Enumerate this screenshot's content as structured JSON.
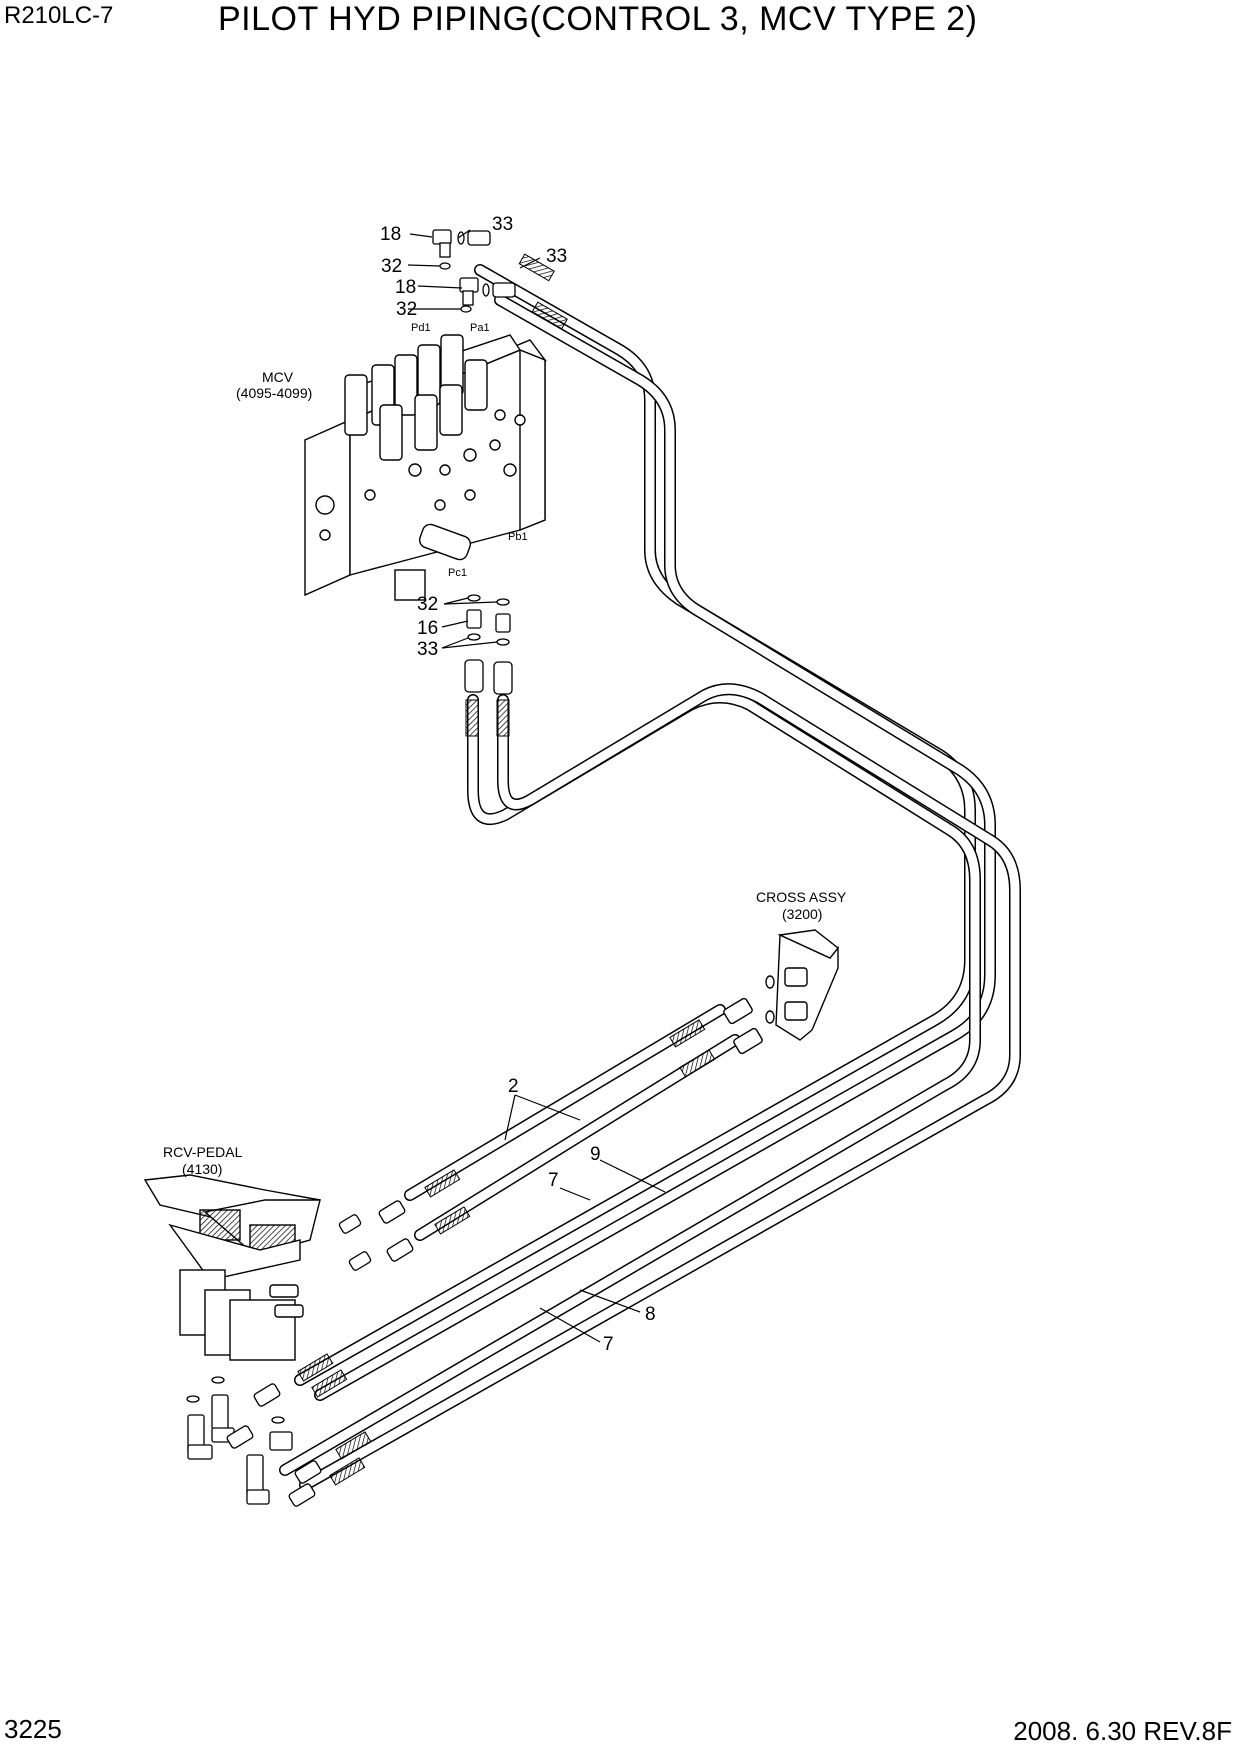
{
  "header": {
    "model": "R210LC-7",
    "title": "PILOT HYD PIPING(CONTROL 3, MCV TYPE 2)"
  },
  "footer": {
    "page_number": "3225",
    "revision": "2008. 6.30  REV.8F"
  },
  "components": {
    "mcv": {
      "name": "MCV",
      "ref": "(4095-4099)"
    },
    "cross_assy": {
      "name": "CROSS ASSY",
      "ref": "(3200)"
    },
    "rcv_pedal": {
      "name": "RCV-PEDAL",
      "ref": "(4130)"
    }
  },
  "ports": {
    "pd1": "Pd1",
    "pa1": "Pa1",
    "pb1": "Pb1",
    "pc1": "Pc1"
  },
  "callouts": {
    "c18a": "18",
    "c33a": "33",
    "c32a": "32",
    "c33b": "33",
    "c18b": "18",
    "c32b": "32",
    "c32c": "32",
    "c16": "16",
    "c33c": "33",
    "c2": "2",
    "c9": "9",
    "c7a": "7",
    "c8": "8",
    "c7b": "7"
  },
  "colors": {
    "line": "#000000",
    "background": "#ffffff"
  }
}
